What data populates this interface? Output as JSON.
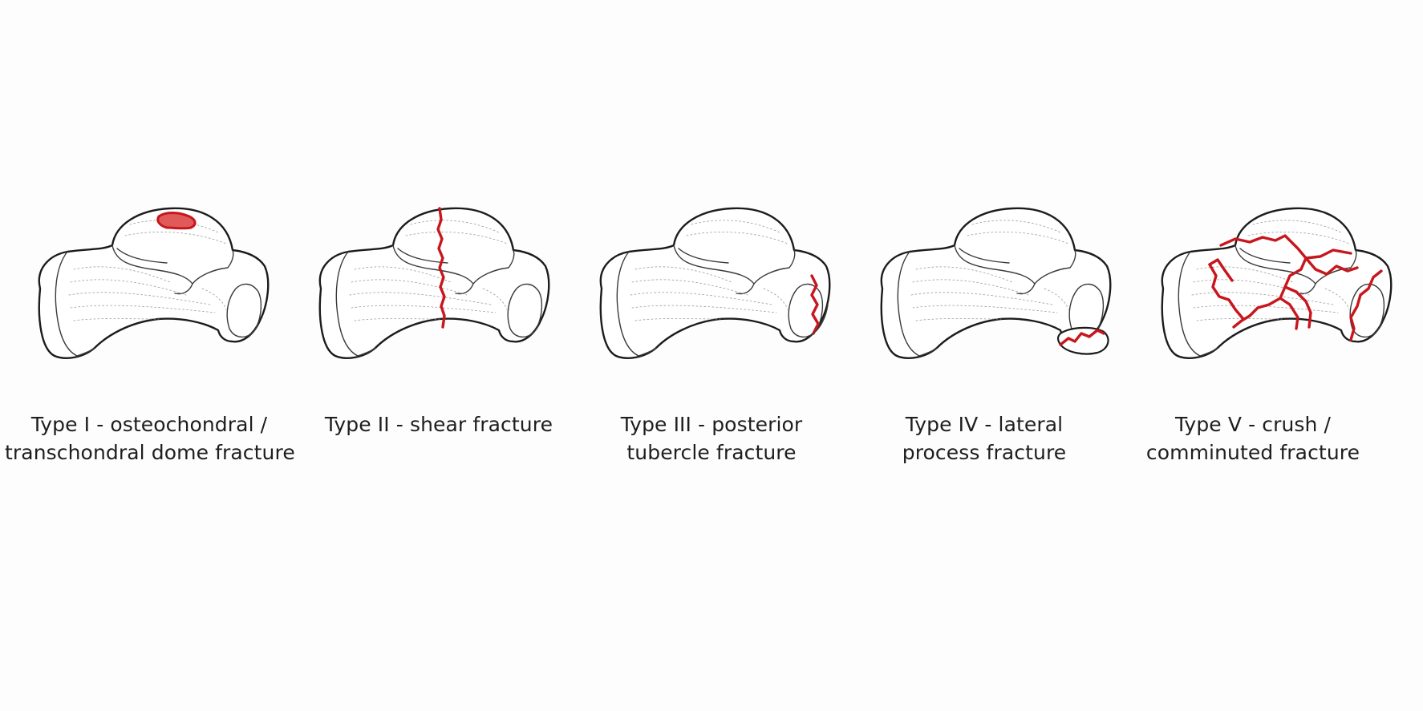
{
  "figure": {
    "panels": [
      {
        "id": "type-1",
        "caption_lines": [
          "Type I - osteochondral /",
          "transchondral dome fracture"
        ],
        "fracture": "dome"
      },
      {
        "id": "type-2",
        "caption_lines": [
          "Type II - shear fracture"
        ],
        "fracture": "shear"
      },
      {
        "id": "type-3",
        "caption_lines": [
          "Type III - posterior",
          "tubercle fracture"
        ],
        "fracture": "posterior"
      },
      {
        "id": "type-4",
        "caption_lines": [
          "Type IV - lateral",
          "process fracture"
        ],
        "fracture": "lateral"
      },
      {
        "id": "type-5",
        "caption_lines": [
          "Type V - crush /",
          "comminuted fracture"
        ],
        "fracture": "crush"
      }
    ]
  },
  "colors": {
    "fracture_line": "#c8161d",
    "bone_fill": "#ffffff",
    "outline": "#1c1c1c",
    "caption_text": "#1e1e1e"
  }
}
